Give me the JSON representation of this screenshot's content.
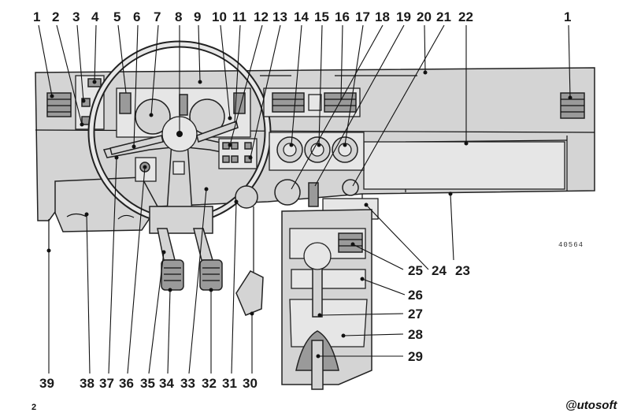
{
  "diagram": {
    "callouts_top": [
      "1",
      "2",
      "3",
      "4",
      "5",
      "6",
      "7",
      "8",
      "9",
      "10",
      "11",
      "12",
      "13",
      "14",
      "15",
      "16",
      "17",
      "18",
      "19",
      "20",
      "21",
      "22",
      "1"
    ],
    "callouts_right": [
      "25",
      "24",
      "23",
      "26",
      "27",
      "28",
      "29"
    ],
    "callouts_bottom": [
      "39",
      "38",
      "37",
      "36",
      "35",
      "34",
      "33",
      "32",
      "31",
      "30"
    ],
    "reference_code": "40564",
    "page_number": "2",
    "brand": "@utosoft",
    "colors": {
      "ink": "#111111",
      "panel": "#d4d4d4",
      "dark": "#9a9a9a",
      "light": "#e6e6e6"
    }
  }
}
